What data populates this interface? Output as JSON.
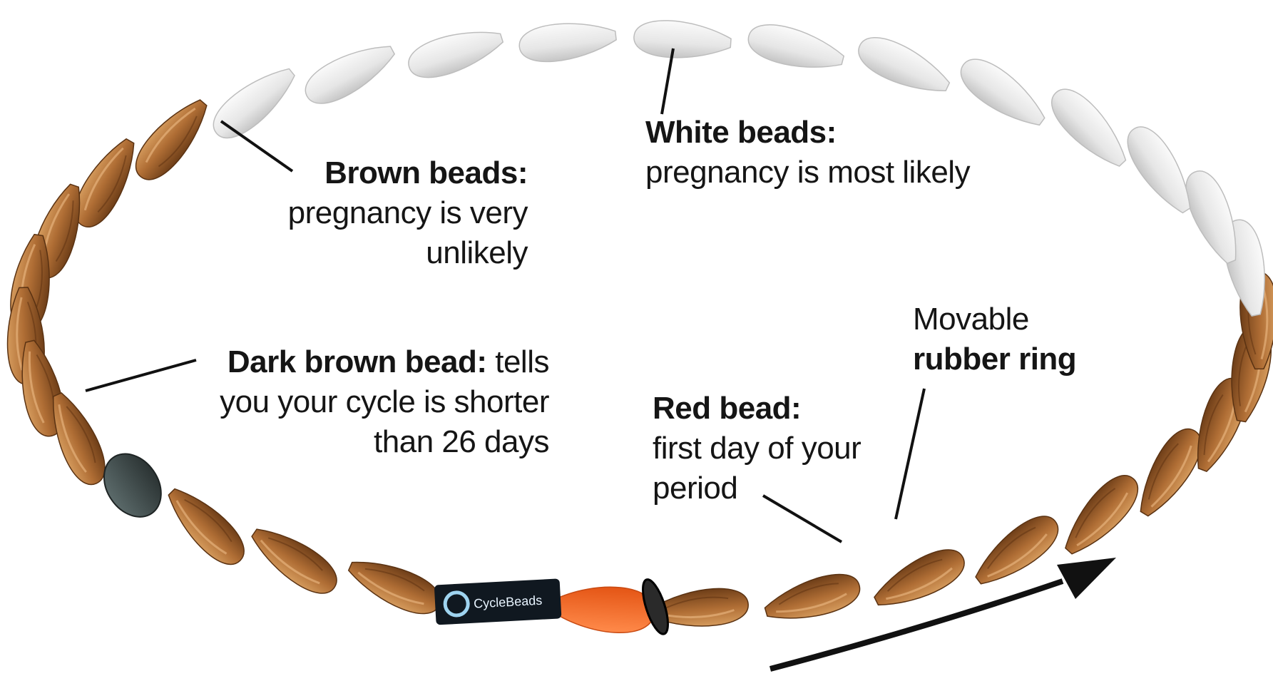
{
  "labels": {
    "brown": {
      "heading": "Brown beads:",
      "line1": "pregnancy is very",
      "line2": "unlikely"
    },
    "white": {
      "heading": "White beads:",
      "line1": "pregnancy is most likely"
    },
    "dark": {
      "heading": "Dark brown bead:",
      "tail": " tells",
      "line2": "you your cycle is shorter",
      "line3": "than 26 days"
    },
    "red": {
      "heading": "Red bead:",
      "line1": "first day of your",
      "line2": "period"
    },
    "ring": {
      "line1": "Movable",
      "heading": "rubber ring"
    }
  },
  "brand": {
    "text": "CycleBeads"
  },
  "colors": {
    "brown": "#b06e35",
    "white": "#e6e6e6",
    "dark": "#3a4444",
    "red": "#f26a26",
    "arrow": "#111111",
    "band": "#101820"
  },
  "icons": {
    "direction": "curved-arrow-icon",
    "brand": "logo-icon"
  }
}
